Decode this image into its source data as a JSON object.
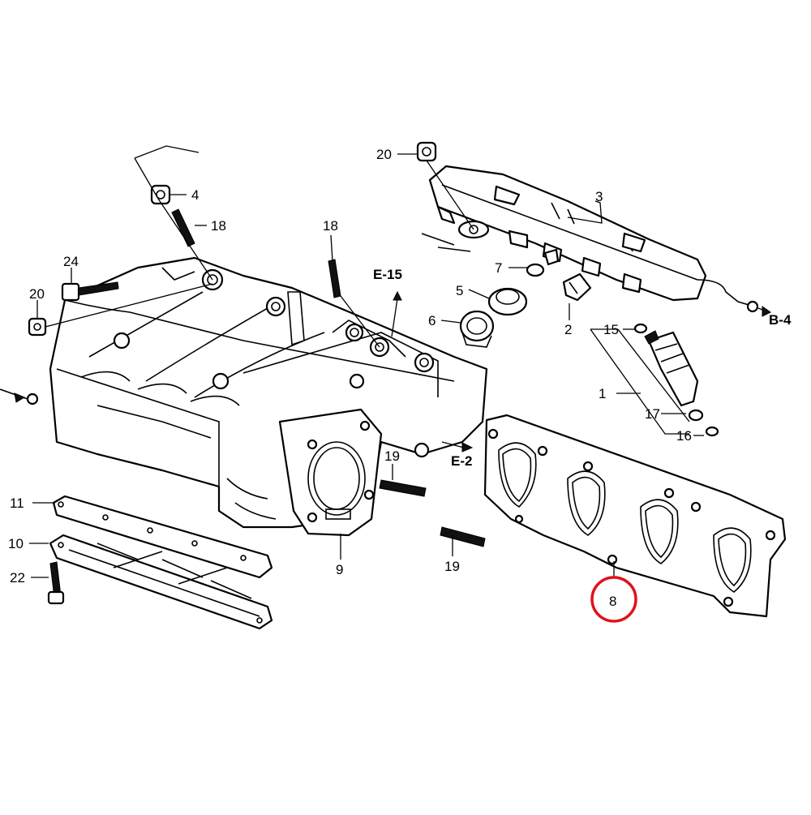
{
  "callouts": {
    "c1": "1",
    "c2": "2",
    "c3": "3",
    "c4": "4",
    "c5": "5",
    "c6": "6",
    "c7": "7",
    "c8": "8",
    "c9": "9",
    "c10": "10",
    "c11": "11",
    "c15": "15",
    "c16": "16",
    "c17": "17",
    "c18a": "18",
    "c18b": "18",
    "c19a": "19",
    "c19b": "19",
    "c20a": "20",
    "c20b": "20",
    "c22": "22",
    "c24": "24"
  },
  "references": {
    "e15": "E-15",
    "e2": "E-2",
    "b4": "B-4"
  },
  "highlight": {
    "color": "#e0121b"
  }
}
